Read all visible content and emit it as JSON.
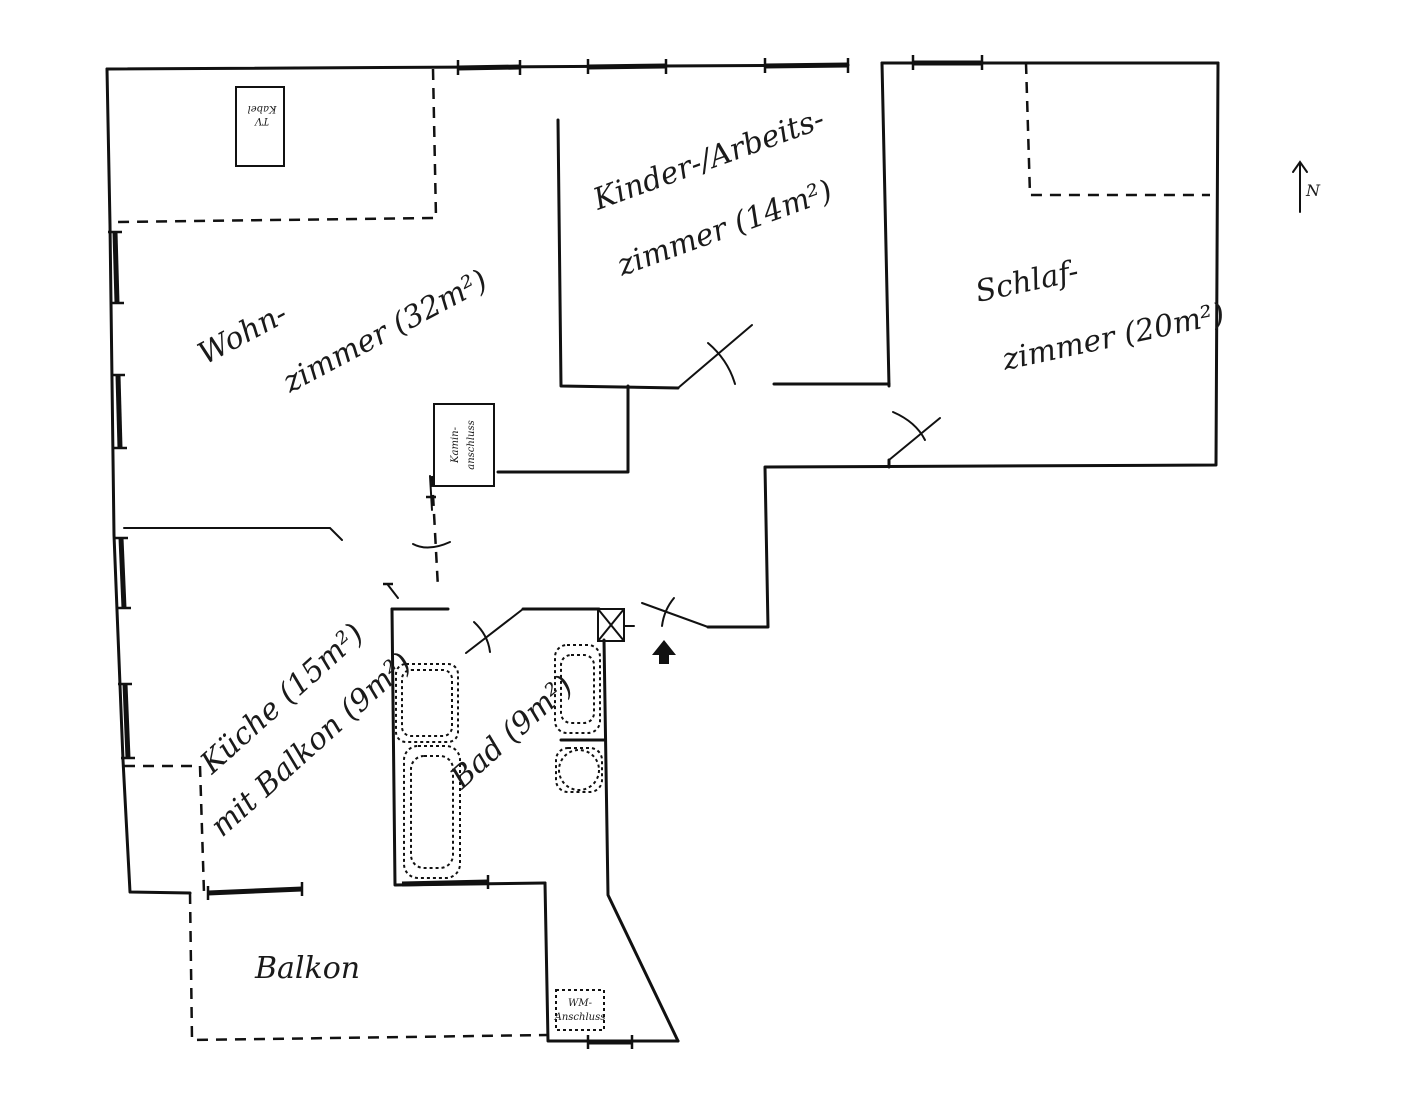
{
  "rooms": {
    "wohnzimmer": {
      "line1": "Wohn-",
      "line2": "zimmer (32m²)"
    },
    "kinderzimmer": {
      "line1": "Kinder-/Arbeits-",
      "line2": "zimmer (14m²)"
    },
    "schlafzimmer": {
      "line1": "Schlaf-",
      "line2": "zimmer (20m²)"
    },
    "kueche": {
      "line1": "Küche (15m²)",
      "line2": "mit Balkon (9m²)"
    },
    "bad": {
      "label": "Bad (9m²)"
    },
    "balkon": {
      "label": "Balkon"
    }
  },
  "fixtures": {
    "kaminanschluss": {
      "line1": "Kamin-",
      "line2": "anschluss"
    },
    "wm_anschluss": {
      "line1": "WM-",
      "line2": "Anschluss"
    },
    "tv_box": {
      "line1": "TV",
      "line2": "Kabel"
    }
  },
  "compass": {
    "label": "N"
  }
}
